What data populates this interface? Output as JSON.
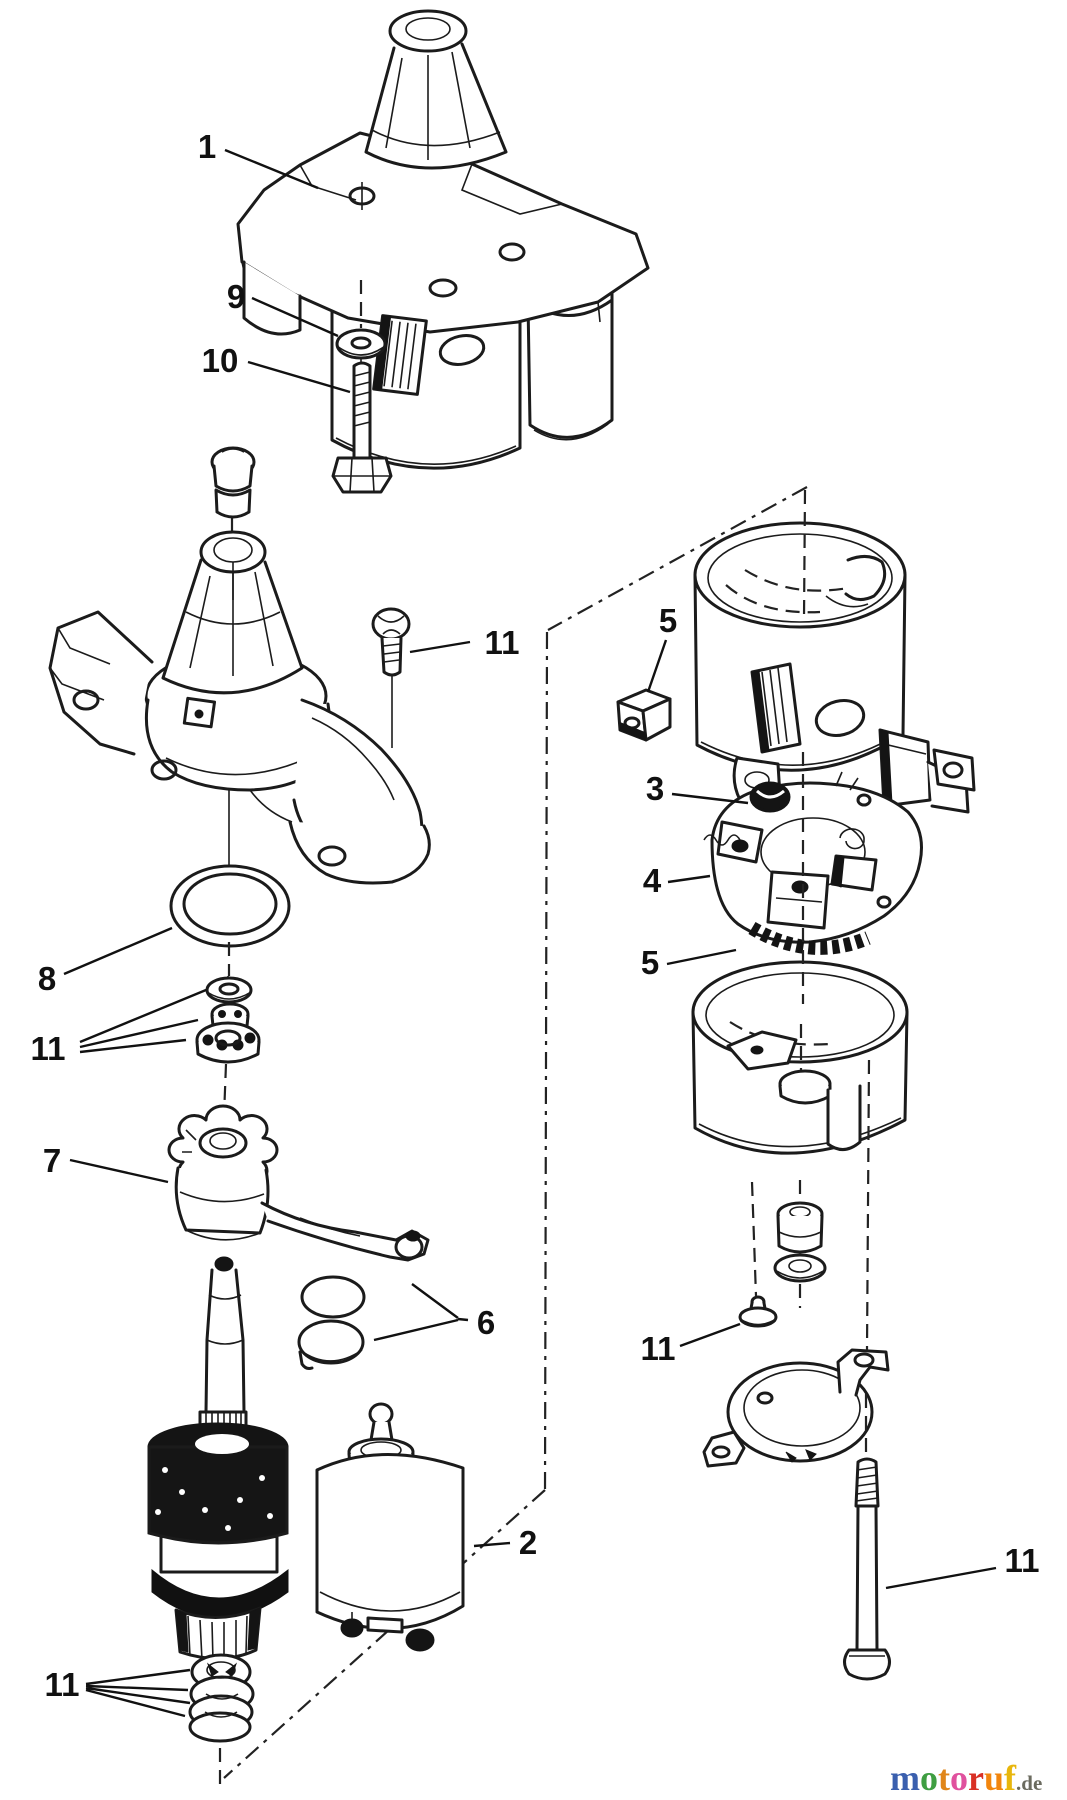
{
  "callouts": {
    "c1": "1",
    "c9": "9",
    "c10": "10",
    "c11_screw": "11",
    "c8": "8",
    "c11_bearings": "11",
    "c7": "7",
    "c6": "6",
    "c2": "2",
    "c11_commutator": "11",
    "c5_nut": "5",
    "c3": "3",
    "c4": "4",
    "c5_brush": "5",
    "c11_endcap_screw": "11",
    "c11_through_bolt": "11"
  },
  "watermark": {
    "letters": [
      {
        "ch": "m",
        "color": "#3a5fae"
      },
      {
        "ch": "o",
        "color": "#3f9e42"
      },
      {
        "ch": "t",
        "color": "#e0861a"
      },
      {
        "ch": "o",
        "color": "#e0519e"
      },
      {
        "ch": "r",
        "color": "#d93025"
      },
      {
        "ch": "u",
        "color": "#f2850d"
      },
      {
        "ch": "f",
        "color": "#e8b60c"
      }
    ],
    "suffix": ".de",
    "suffix_color": "#6b6b5f"
  }
}
